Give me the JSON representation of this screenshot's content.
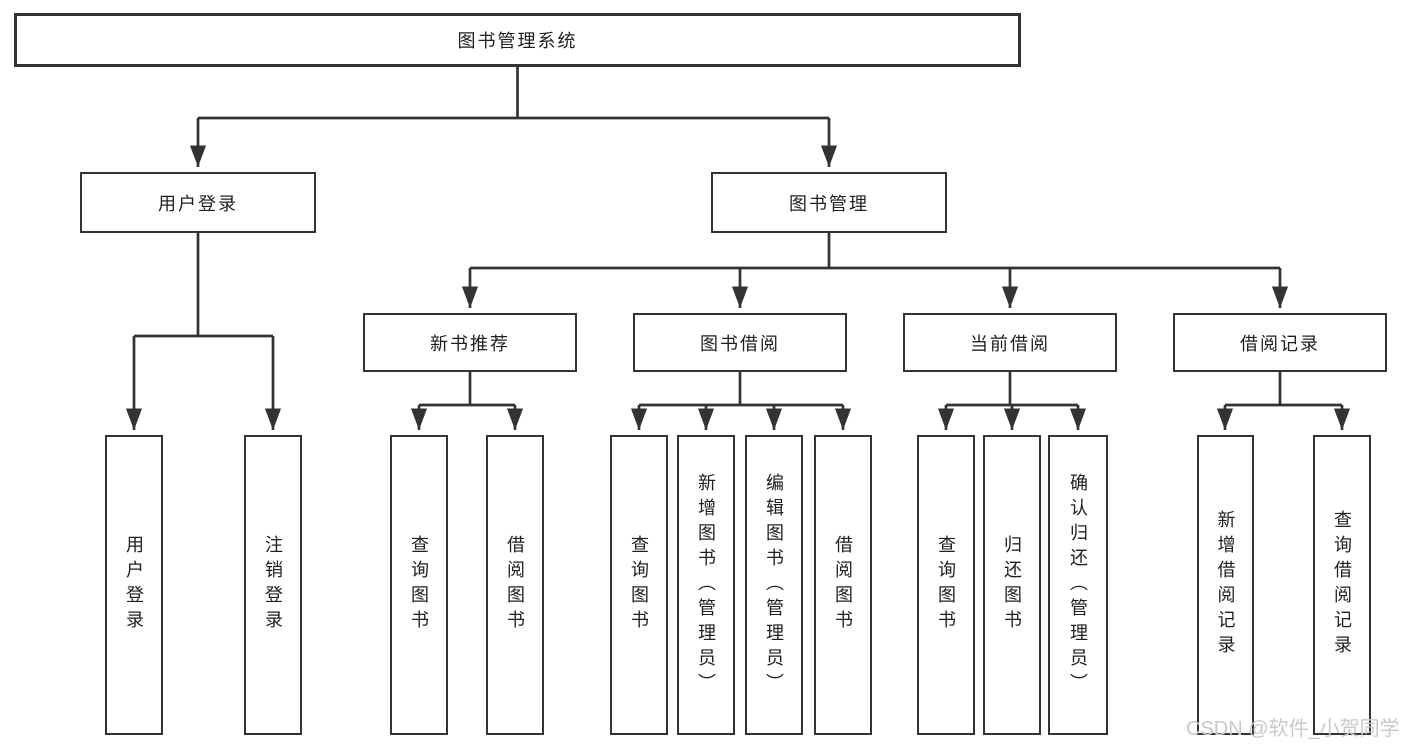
{
  "tree": {
    "label": "图书管理系统",
    "children": [
      {
        "label": "用户登录",
        "children": [
          {
            "label": "用户登录"
          },
          {
            "label": "注销登录"
          }
        ]
      },
      {
        "label": "图书管理",
        "children": [
          {
            "label": "新书推荐",
            "children": [
              {
                "label": "查询图书"
              },
              {
                "label": "借阅图书"
              }
            ]
          },
          {
            "label": "图书借阅",
            "children": [
              {
                "label": "查询图书"
              },
              {
                "label": "新增图书（管理员）"
              },
              {
                "label": "编辑图书（管理员）"
              },
              {
                "label": "借阅图书"
              }
            ]
          },
          {
            "label": "当前借阅",
            "children": [
              {
                "label": "查询图书"
              },
              {
                "label": "归还图书"
              },
              {
                "label": "确认归还（管理员）"
              }
            ]
          },
          {
            "label": "借阅记录",
            "children": [
              {
                "label": "新增借阅记录"
              },
              {
                "label": "查询借阅记录"
              }
            ]
          }
        ]
      }
    ]
  },
  "watermark": {
    "text": "CSDN @软件_小贺同学",
    "color": "#c9c9c9"
  },
  "colors": {
    "line": "#333333",
    "border": "#333333",
    "text": "#1f1f1f",
    "background": "#ffffff"
  }
}
